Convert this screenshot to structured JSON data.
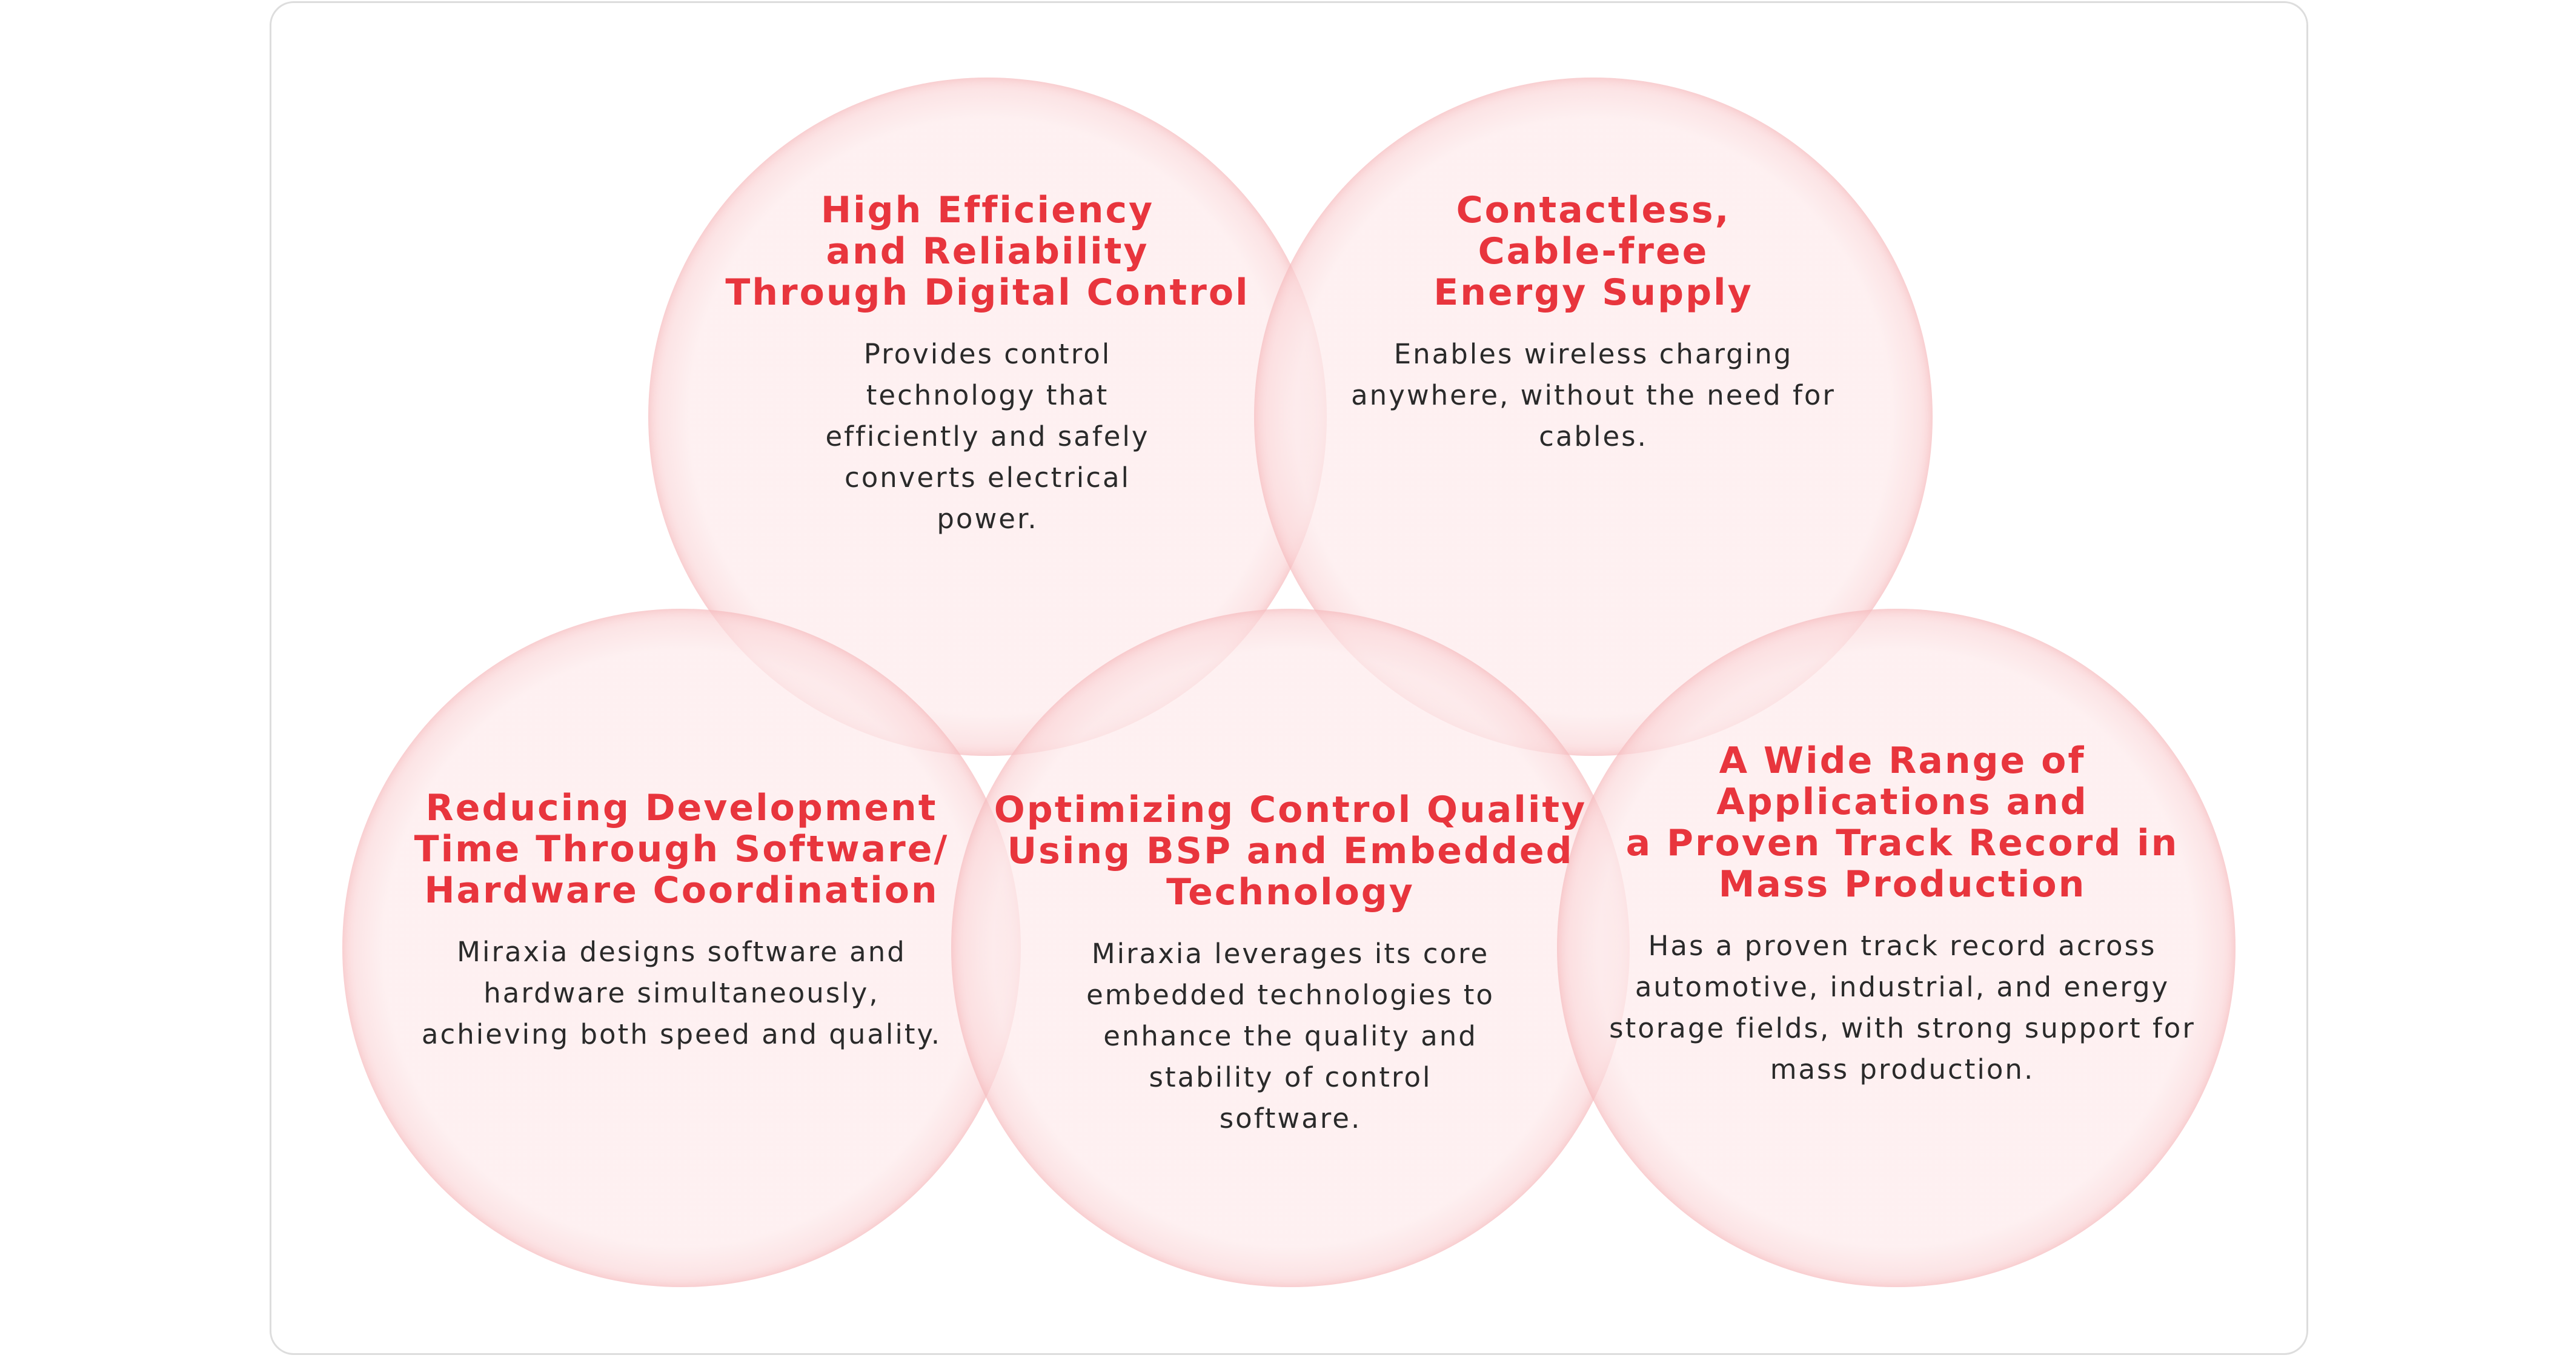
{
  "diagram": {
    "circles": [
      {
        "id": "digital-control",
        "title": "High Efficiency\nand Reliability\nThrough Digital Control",
        "description": "Provides control\ntechnology that\nefficiently and safely\nconverts electrical\npower."
      },
      {
        "id": "energy-supply",
        "title": "Contactless,\nCable-free\nEnergy Supply",
        "description": "Enables wireless charging\nanywhere, without the need for\ncables."
      },
      {
        "id": "development-time",
        "title": "Reducing Development\nTime Through Software/\nHardware Coordination",
        "description": "Miraxia designs software and\nhardware simultaneously,\nachieving both speed and quality."
      },
      {
        "id": "control-quality",
        "title": "Optimizing Control Quality\nUsing BSP and Embedded\nTechnology",
        "description": "Miraxia leverages its core\nembedded technologies to\nenhance the quality and\nstability of control\nsoftware."
      },
      {
        "id": "applications",
        "title": "A Wide Range of\nApplications and\na Proven Track Record in\nMass Production",
        "description": "Has a proven track record across\nautomotive, industrial, and energy\nstorage fields, with strong support for\nmass production."
      }
    ],
    "colors": {
      "title": "#e8353d",
      "text": "#2a2a2a",
      "circle_fill": "#fdebec",
      "circle_edge": "#f06e74",
      "frame_border": "#dddddd"
    }
  }
}
